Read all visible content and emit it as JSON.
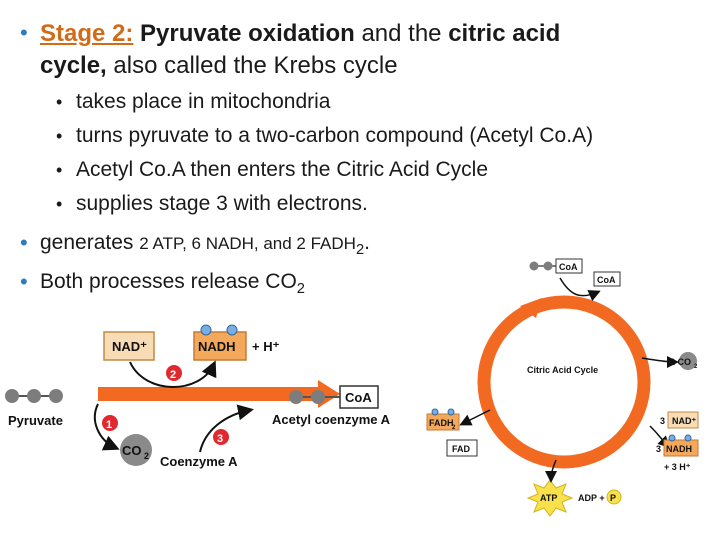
{
  "title": {
    "stage_label": "Stage 2:",
    "part1": "Pyruvate oxidation",
    "part2": " and the ",
    "part3": "citric acid",
    "line2_bold": "cycle,",
    "line2_rest": " also called the Krebs cycle"
  },
  "sub_bullets": [
    "takes place in mitochondria",
    "turns pyruvate to a two-carbon compound (Acetyl Co.A)",
    "Acetyl Co.A then enters the Citric Acid Cycle",
    "supplies stage 3 with electrons."
  ],
  "bullet_generates": {
    "prefix": "generates ",
    "small": "2 ATP, 6 NADH, and 2 FADH",
    "sub": "2",
    "suffix": "."
  },
  "bullet_both": {
    "text": "Both processes release CO",
    "sub": "2"
  },
  "diagram": {
    "pyruvate": "Pyruvate",
    "nad_plus": "NAD⁺",
    "nadh": "NADH",
    "h_plus": "+ H⁺",
    "coa": "CoA",
    "acetyl_coa": "Acetyl coenzyme A",
    "co2": "CO",
    "co2_sub": "2",
    "coenzyme_a": "Coenzyme A",
    "step1": "1",
    "step2": "2",
    "step3": "3",
    "cycle_label": "Citric Acid Cycle",
    "coa_top": "CoA",
    "coa_right": "CoA",
    "two_co2": "2 CO",
    "two_co2_sub": "2",
    "fadh2": "FADH",
    "fadh2_sub": "2",
    "fad": "FAD",
    "three_nad": "3",
    "nad_right": "NAD⁺",
    "three_nadh": "3",
    "nadh_right": "NADH",
    "h_right": "+ 3 H⁺",
    "atp": "ATP",
    "adp": "ADP +",
    "p": "P"
  },
  "colors": {
    "accent_orange": "#f26a21",
    "bullet_blue": "#2e7bbf",
    "stage_orange": "#d26b17",
    "nad_tan": "#f3c58d",
    "step_red": "#e0282e"
  }
}
